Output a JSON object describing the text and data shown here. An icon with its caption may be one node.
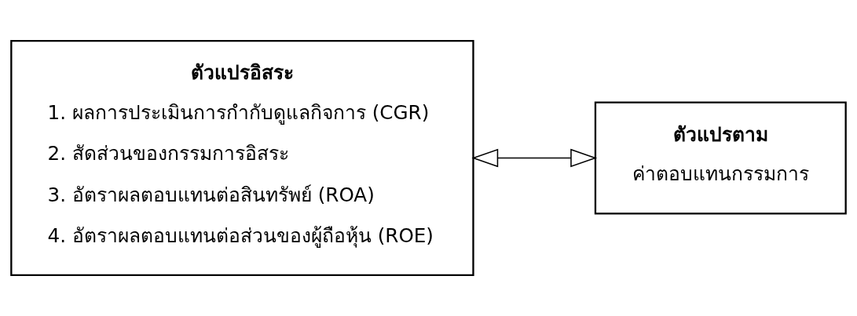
{
  "diagram": {
    "nodes": [
      {
        "text": [
          "ตัวแปรอิสระ",
          "1. ผลการประเมินการกำกับดูแลกิจการ (CGR)",
          "2. สัดส่วนของกรรมการอิสระ",
          "3. อัตราผลตอบแทนต่อสินทรัพย์ (ROA)",
          "4. อัตราผลตอบแทนต่อส่วนของผู้ถือหุ้น (ROE)"
        ]
      },
      {
        "text": [
          "ตัวแปรตาม",
          "ค่าตอบแทนกรรมการ"
        ]
      }
    ],
    "edges": [
      {
        "from": 0,
        "to": 1,
        "arrow": "both"
      }
    ]
  }
}
